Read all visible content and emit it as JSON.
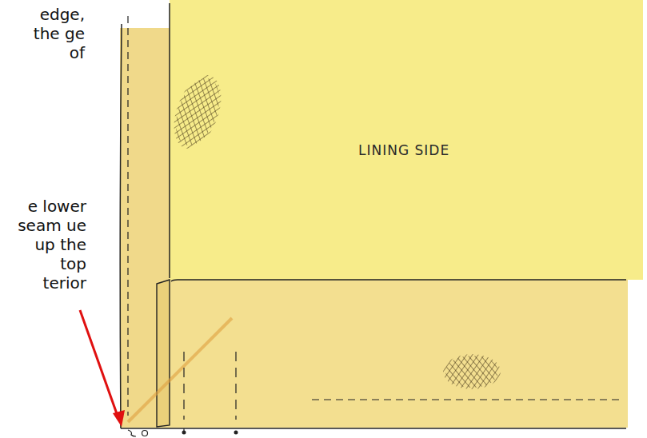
{
  "diagram": {
    "labels": [
      "edge, the ge of",
      "e lower seam ue up the top terior",
      "LINING SIDE"
    ]
  }
}
